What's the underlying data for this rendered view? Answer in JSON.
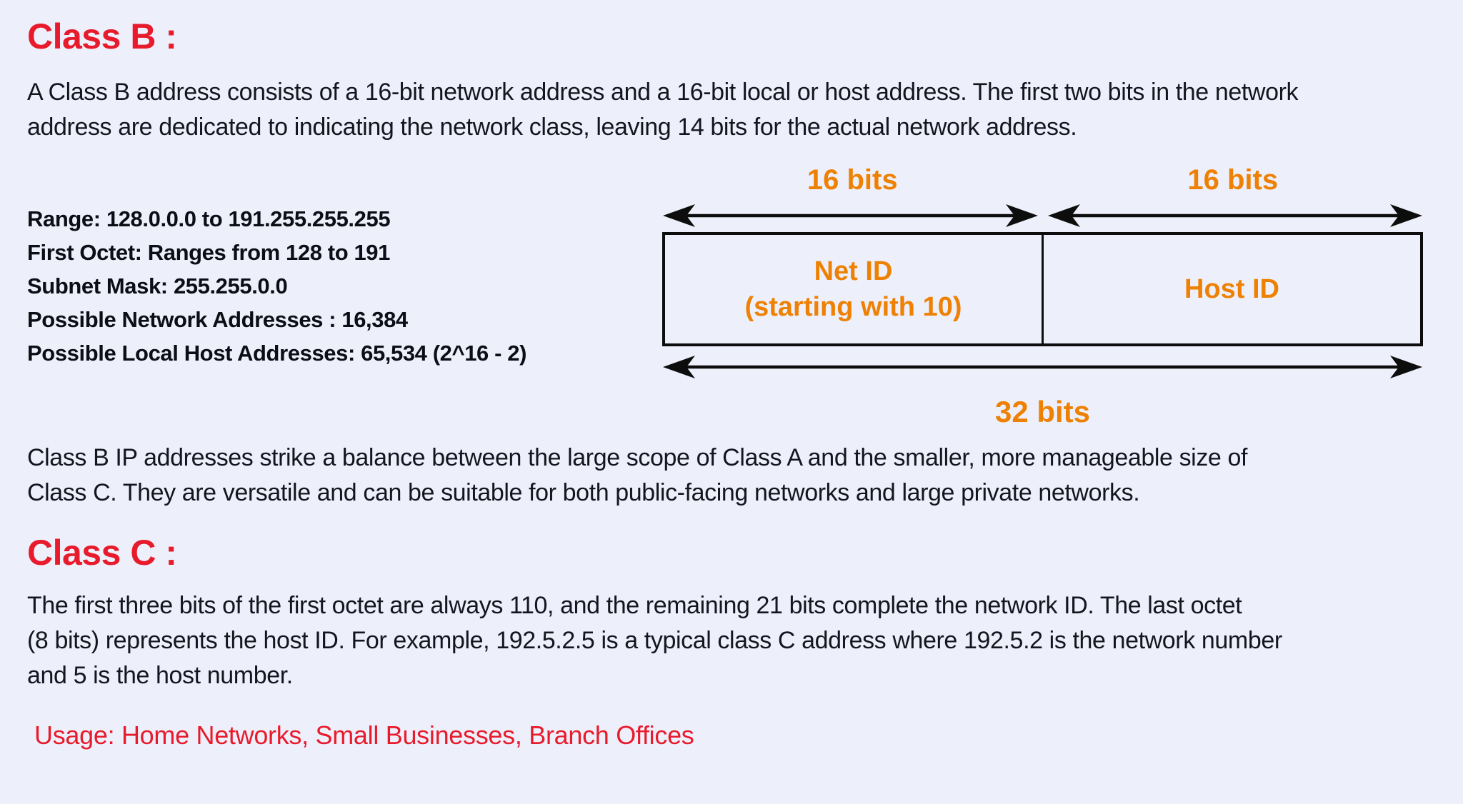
{
  "class_b": {
    "heading": "Class B :",
    "intro": "A Class B address consists of a 16-bit network address and a 16-bit local or host address. The first two bits in the network\naddress are dedicated to indicating the network class, leaving 14 bits for the actual network address.",
    "stats": [
      "Range: 128.0.0.0 to 191.255.255.255",
      "First Octet: Ranges from 128 to 191",
      "Subnet Mask: 255.255.0.0",
      "Possible Network Addresses : 16,384",
      "Possible Local Host Addresses: 65,534 (2^16 - 2)"
    ],
    "summary": "Class B IP addresses strike a balance between the large scope of Class A and the smaller, more manageable size of\nClass C. They are versatile and can be suitable for both public-facing networks and large private networks."
  },
  "diagram": {
    "left_bits_label": "16 bits",
    "right_bits_label": "16 bits",
    "net_id_line1": "Net ID",
    "net_id_line2": "(starting with 10)",
    "host_id": "Host ID",
    "total_bits_label": "32 bits"
  },
  "class_c": {
    "heading": "Class C :",
    "body": "The first three bits of the first octet are always 110, and the remaining 21 bits complete the network ID. The last octet\n(8 bits) represents the host ID. For example, 192.5.2.5 is a typical class C address where 192.5.2 is the network number\nand 5 is the host number.",
    "usage": "Usage: Home Networks, Small Businesses, Branch Offices"
  },
  "colors": {
    "background": "#edf0fb",
    "heading_red": "#e81b2c",
    "diagram_orange": "#ee8103",
    "body_text": "#15151f",
    "diagram_line": "#0d0d0d"
  }
}
